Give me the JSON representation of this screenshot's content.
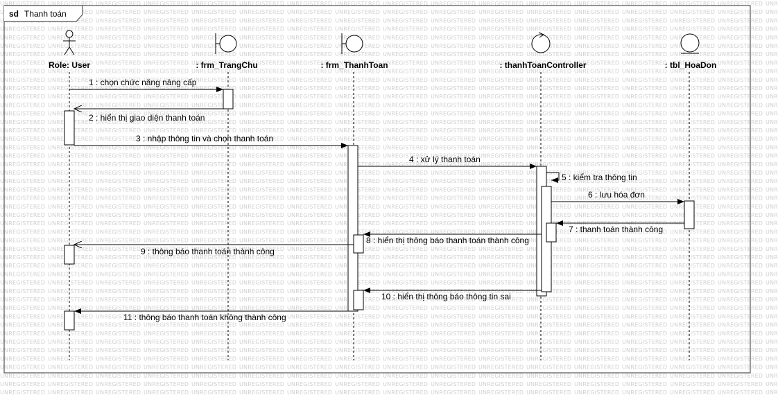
{
  "watermark": "UNREGISTERED",
  "frame": {
    "keyword": "sd",
    "name": "Thanh toán"
  },
  "lifelines": [
    {
      "id": "user",
      "label": "Role: User",
      "kind": "actor-icon"
    },
    {
      "id": "trangchu",
      "label": ": frm_TrangChu",
      "kind": "boundary-icon"
    },
    {
      "id": "thanhtoan",
      "label": ": frm_ThanhToan",
      "kind": "boundary-icon"
    },
    {
      "id": "controller",
      "label": ": thanhToanController",
      "kind": "control-icon"
    },
    {
      "id": "hoadon",
      "label": ": tbl_HoaDon",
      "kind": "entity-icon"
    }
  ],
  "messages": [
    {
      "label": "1 : chọn chức năng nâng cấp",
      "from": "user",
      "to": "trangchu",
      "kind": "sync"
    },
    {
      "label": "2 : hiển thị giao diện thanh toán",
      "from": "trangchu",
      "to": "user",
      "kind": "reply"
    },
    {
      "label": "3 : nhập thông tin và chọn thanh toán",
      "from": "user",
      "to": "thanhtoan",
      "kind": "sync"
    },
    {
      "label": "4 : xử lý thanh toán",
      "from": "thanhtoan",
      "to": "controller",
      "kind": "sync"
    },
    {
      "label": "5 : kiểm tra thông tin",
      "from": "controller",
      "to": "controller",
      "kind": "self"
    },
    {
      "label": "6 : lưu hóa đơn",
      "from": "controller",
      "to": "hoadon",
      "kind": "sync"
    },
    {
      "label": "7 : thanh toán thành công",
      "from": "hoadon",
      "to": "controller",
      "kind": "sync"
    },
    {
      "label": "8 : hiển thị thông báo thanh toán thành công",
      "from": "controller",
      "to": "thanhtoan",
      "kind": "sync"
    },
    {
      "label": "9 : thông báo thanh toán thành công",
      "from": "thanhtoan",
      "to": "user",
      "kind": "reply"
    },
    {
      "label": "10 : hiển thị thông báo thông tin sai",
      "from": "controller",
      "to": "thanhtoan",
      "kind": "sync"
    },
    {
      "label": "11 : thông báo thanh toán không thành công",
      "from": "thanhtoan",
      "to": "user",
      "kind": "sync"
    }
  ]
}
